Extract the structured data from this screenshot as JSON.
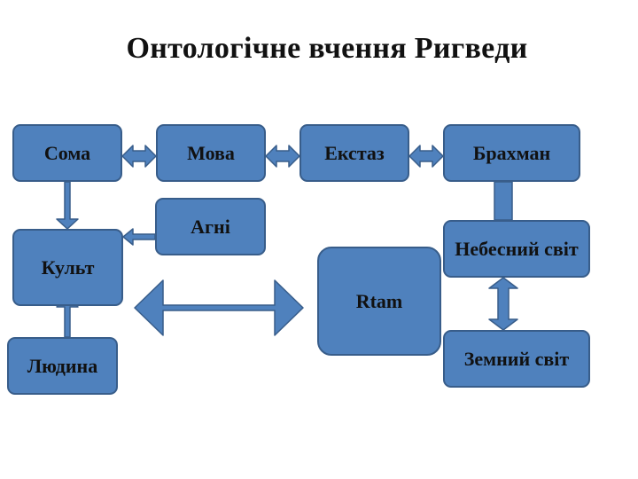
{
  "diagram": {
    "title": "Онтологічне вчення Ригведи",
    "nodes": {
      "soma": "Сома",
      "mova": "Мова",
      "ekstaz": "Екстаз",
      "brahman": "Брахман",
      "agni": "Агні",
      "kult": "Культ",
      "rtam": "Rtam",
      "nebesnyi_svit": "Небесний світ",
      "zemnyi_svit": "Земний світ",
      "lyudyna": "Людина"
    },
    "edges": [
      {
        "from": "soma",
        "to": "mova",
        "type": "double-arrow"
      },
      {
        "from": "mova",
        "to": "ekstaz",
        "type": "double-arrow"
      },
      {
        "from": "ekstaz",
        "to": "brahman",
        "type": "double-arrow"
      },
      {
        "from": "soma",
        "to": "kult",
        "type": "arrow"
      },
      {
        "from": "agni",
        "to": "kult",
        "type": "arrow"
      },
      {
        "from": "lyudyna",
        "to": "kult",
        "type": "arrow"
      },
      {
        "from": "kult",
        "to": "rtam",
        "type": "double-arrow"
      },
      {
        "from": "brahman",
        "to": "nebesnyi_svit",
        "type": "connector"
      },
      {
        "from": "nebesnyi_svit",
        "to": "zemnyi_svit",
        "type": "double-arrow"
      }
    ],
    "colors": {
      "node_fill": "#4f81bd",
      "node_border": "#385d8a",
      "text": "#111111"
    }
  }
}
